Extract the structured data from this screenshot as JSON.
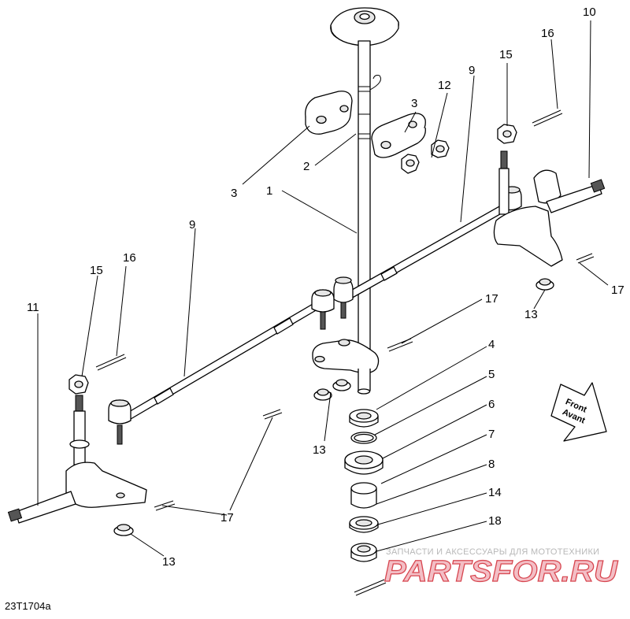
{
  "diagram_code": "23T1704a",
  "front_arrow": {
    "line1": "Front",
    "line2": "Avant"
  },
  "watermark": {
    "tagline": "ЗАПЧАСТИ И АКСЕССУАРЫ ДЛЯ МОТОТЕХНИКИ",
    "brand": "PARTSFOR.RU"
  },
  "callouts": {
    "c1": "1",
    "c2": "2",
    "c3a": "3",
    "c3b": "3",
    "c4": "4",
    "c5": "5",
    "c6": "6",
    "c7": "7",
    "c8": "8",
    "c9a": "9",
    "c9b": "9",
    "c10": "10",
    "c11": "11",
    "c12": "12",
    "c13a": "13",
    "c13b": "13",
    "c13c": "13",
    "c14": "14",
    "c15a": "15",
    "c15b": "15",
    "c16a": "16",
    "c16b": "16",
    "c17a": "17",
    "c17b": "17",
    "c17c": "17",
    "c18": "18"
  }
}
